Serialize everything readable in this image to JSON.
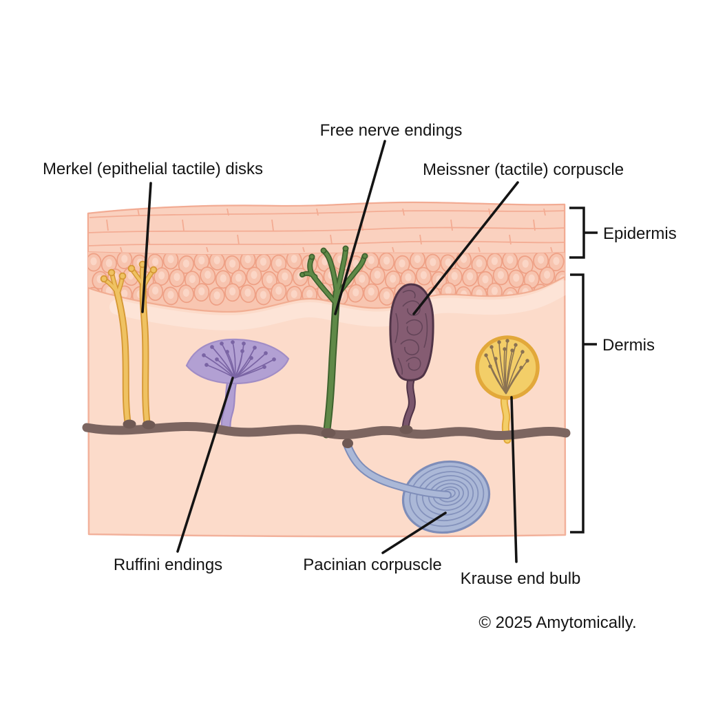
{
  "labels": {
    "merkel": "Merkel (epithelial tactile) disks",
    "free_nerve": "Free nerve endings",
    "meissner": "Meissner (tactile) corpuscle",
    "ruffini": "Ruffini endings",
    "pacinian": "Pacinian corpuscle",
    "krause": "Krause end bulb",
    "epidermis": "Epidermis",
    "dermis": "Dermis"
  },
  "copyright": "© 2025 Amytomically.",
  "structures": [
    {
      "name": "merkel-disks",
      "color": "#efc262"
    },
    {
      "name": "free-nerve-endings",
      "color": "#5f8947"
    },
    {
      "name": "meissner-corpuscle",
      "color": "#855c72"
    },
    {
      "name": "ruffini-endings",
      "color": "#b2a0d3"
    },
    {
      "name": "pacinian-corpuscle",
      "color": "#abb8d7"
    },
    {
      "name": "krause-end-bulb",
      "color": "#f3ce68"
    },
    {
      "name": "nerve-fiber",
      "color": "#7c6560"
    }
  ],
  "colors": {
    "background": "#ffffff",
    "dermis_fill": "#fcdbca",
    "epidermis_fill": "#fad1bf",
    "epidermis_line": "#f3ab92",
    "cell_band_fill": "#f8c6b1",
    "cell_outline": "#eea085",
    "cell_nucleus": "#fbd6c6",
    "merkel_outline": "#d59834",
    "free_nerve_outline": "#3e622e",
    "meissner_outline": "#503447",
    "ruffini_branch": "#7a64a4",
    "krause_outline": "#e2a83a",
    "krause_branch": "#8a7252",
    "pacinian_ring": "#8492bc",
    "label_text": "#141414"
  }
}
